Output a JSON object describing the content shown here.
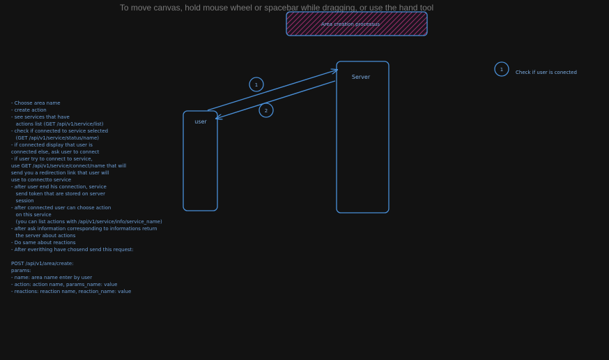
{
  "canvas_hint": "To move canvas, hold mouse wheel or spacebar while dragging, or use the hand tool",
  "title_box": {
    "label": "Area creation processus"
  },
  "nodes": {
    "user": "user",
    "server": "Server"
  },
  "steps": [
    {
      "number": "1"
    },
    {
      "number": "2"
    }
  ],
  "legend": {
    "number": "1",
    "text": "Check if user is conected"
  },
  "notes": [
    "- Choose area name",
    "- create action",
    "- see services that have",
    "   actions list (GET /api/v1/service/list)",
    "- check if connected to service selected",
    "   (GET /api/v1/service/status/name)",
    "- if connected display that user is",
    "connected else, ask user to connect",
    "- if user try to connect to service,",
    "use GET /api/v1/service/connect/name that will",
    "send you a redirection link that user will",
    "use to connectto service",
    "- after user end his connection, service",
    "   send token that are stored on server",
    "   session",
    "- after connected user can choose action",
    "   on this service",
    "   (you can list actions with /api/v1/service/info/service_name)",
    "- after ask information corresponding to informations return",
    "   the server about actions",
    "- Do same about reactions",
    "- After everithing have chosend send this request:",
    "",
    "POST /api/v1/area/create:",
    "params:",
    "- name: area name enter by user",
    "- action: action name, params_name: value",
    "- reactions: reaction name, reaction_name: value"
  ],
  "colors": {
    "background": "#121212",
    "stroke": "#4a90d9",
    "hatch": "#a0306a"
  }
}
